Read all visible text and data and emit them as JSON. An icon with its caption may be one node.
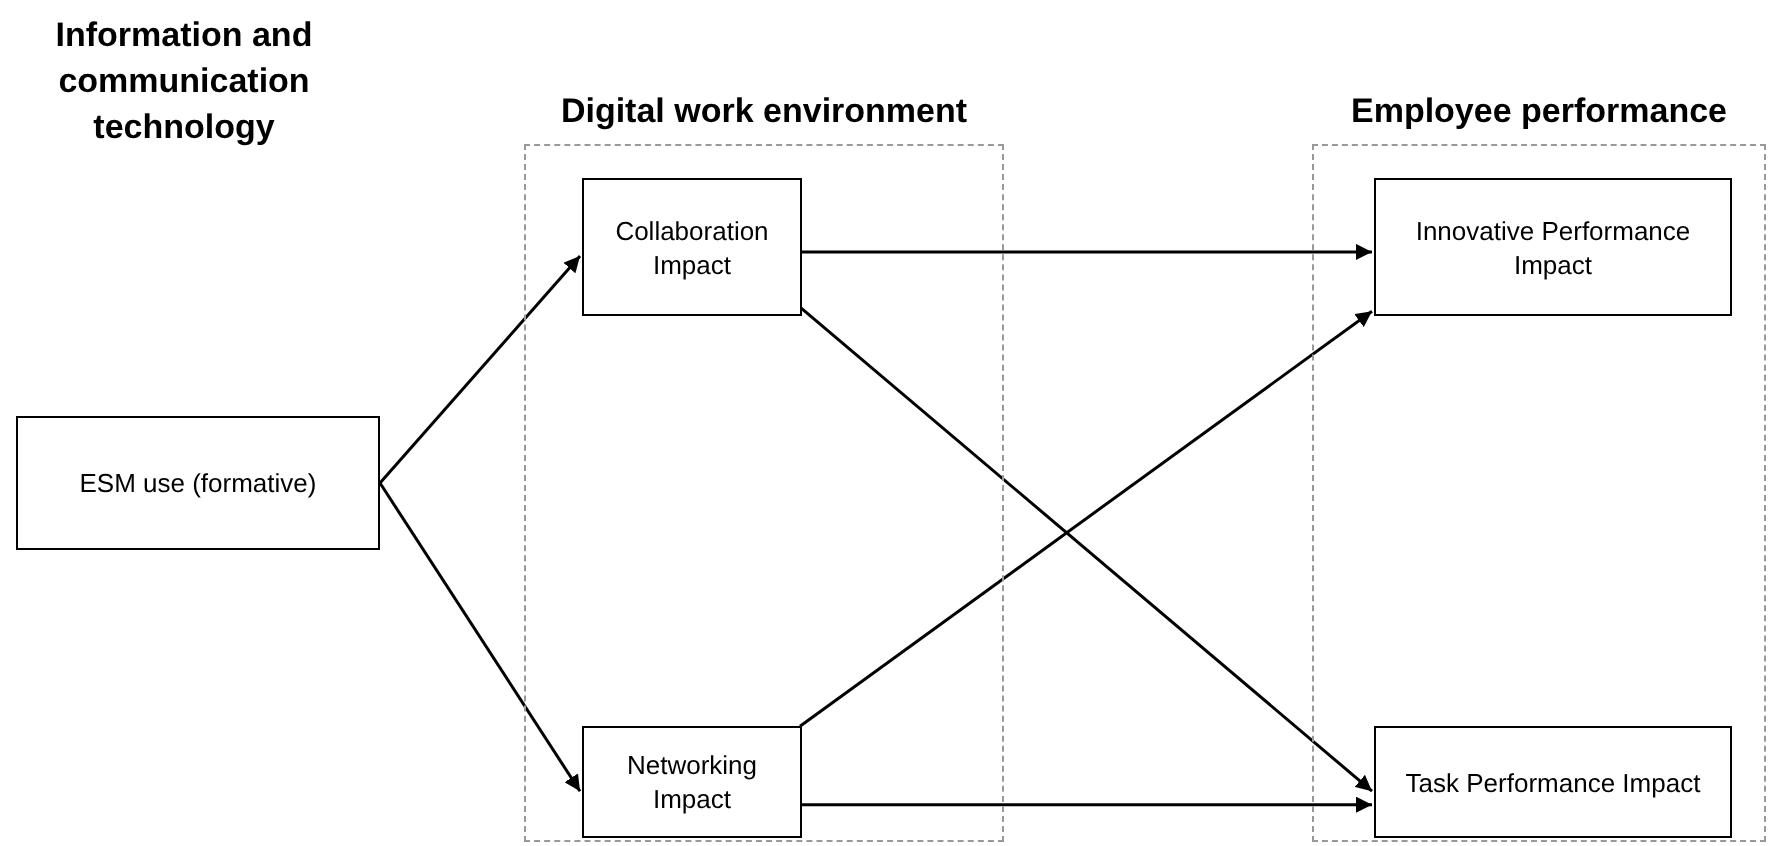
{
  "diagram": {
    "nodes": [
      {
        "text": [
          "ESM use (formative)"
        ]
      },
      {
        "text": [
          "Digital work environment"
        ]
      },
      {
        "text": [
          "Collaboration Impact"
        ],
        "in": 1
      },
      {
        "text": [
          "Networking Impact"
        ],
        "in": 1
      },
      {
        "text": [
          "Employee performance"
        ]
      },
      {
        "text": [
          "Innovative Performance Impact"
        ],
        "in": 4
      },
      {
        "text": [
          "Task Performance Impact"
        ],
        "in": 4
      }
    ],
    "edges": [
      {
        "from": 0,
        "to": 2,
        "arrow": "to"
      },
      {
        "from": 0,
        "to": 3,
        "arrow": "to"
      },
      {
        "from": 2,
        "to": 5,
        "arrow": "to"
      },
      {
        "from": 2,
        "to": 6,
        "arrow": "to"
      },
      {
        "from": 3,
        "to": 5,
        "arrow": "to"
      },
      {
        "from": 3,
        "to": 6,
        "arrow": "to"
      }
    ],
    "labels": [
      "Information and communication technology"
    ]
  }
}
